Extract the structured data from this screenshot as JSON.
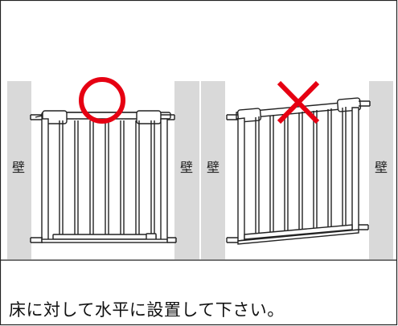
{
  "diagram": {
    "left_panel": {
      "wall_left": "壁",
      "wall_right": "壁",
      "verdict": "correct",
      "verdict_color": "#e60012",
      "verdict_icon": "circle-icon"
    },
    "right_panel": {
      "wall_left": "壁",
      "wall_right": "壁",
      "verdict": "incorrect",
      "verdict_color": "#e60012",
      "verdict_icon": "cross-icon"
    },
    "wall_color": "#d9d9d9",
    "line_color": "#222222"
  },
  "caption": "床に対して水平に設置して下さい。"
}
